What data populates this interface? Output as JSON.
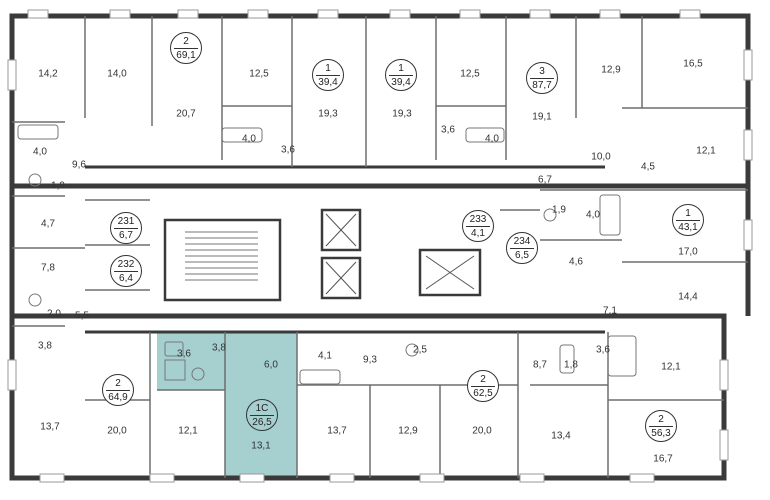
{
  "colors": {
    "wall": "#3a3a3a",
    "partition": "#6e6e6e",
    "highlight": "#a6cfd0",
    "window": "#9a9a9a",
    "background": "#ffffff"
  },
  "apartments": [
    {
      "id": "apt-69",
      "rooms": "2",
      "area": "69,1",
      "highlighted": false
    },
    {
      "id": "apt-39a",
      "rooms": "1",
      "area": "39,4",
      "highlighted": false
    },
    {
      "id": "apt-39b",
      "rooms": "1",
      "area": "39,4",
      "highlighted": false
    },
    {
      "id": "apt-87",
      "rooms": "3",
      "area": "87,7",
      "highlighted": false
    },
    {
      "id": "apt-43",
      "rooms": "1",
      "area": "43,1",
      "highlighted": false
    },
    {
      "id": "apt-64",
      "rooms": "2",
      "area": "64,9",
      "highlighted": false
    },
    {
      "id": "apt-1c",
      "rooms": "1С",
      "area": "26,5",
      "highlighted": true
    },
    {
      "id": "apt-62",
      "rooms": "2",
      "area": "62,5",
      "highlighted": false
    },
    {
      "id": "apt-56",
      "rooms": "2",
      "area": "56,3",
      "highlighted": false
    },
    {
      "id": "srv-231",
      "rooms": "231",
      "area": "6,7",
      "highlighted": false
    },
    {
      "id": "srv-232",
      "rooms": "232",
      "area": "6,4",
      "highlighted": false
    },
    {
      "id": "srv-233",
      "rooms": "233",
      "area": "4,1",
      "highlighted": false
    },
    {
      "id": "srv-234",
      "rooms": "234",
      "area": "6,5",
      "highlighted": false
    }
  ],
  "room_areas": [
    "14,2",
    "14,0",
    "20,7",
    "12,5",
    "19,3",
    "19,3",
    "12,5",
    "19,1",
    "12,9",
    "16,5",
    "4,0",
    "9,6",
    "1,9",
    "4,0",
    "3,6",
    "3,6",
    "4,0",
    "10,0",
    "4,5",
    "12,1",
    "6,7",
    "4,7",
    "1,9",
    "4,0",
    "17,0",
    "7,8",
    "4,6",
    "2,0",
    "5,5",
    "14,4",
    "7,1",
    "3,8",
    "3,6",
    "3,8",
    "6,0",
    "4,1",
    "9,3",
    "2,5",
    "8,7",
    "1,8",
    "3,6",
    "12,1",
    "13,7",
    "20,0",
    "12,1",
    "13,1",
    "13,7",
    "12,9",
    "20,0",
    "13,4",
    "16,7"
  ]
}
